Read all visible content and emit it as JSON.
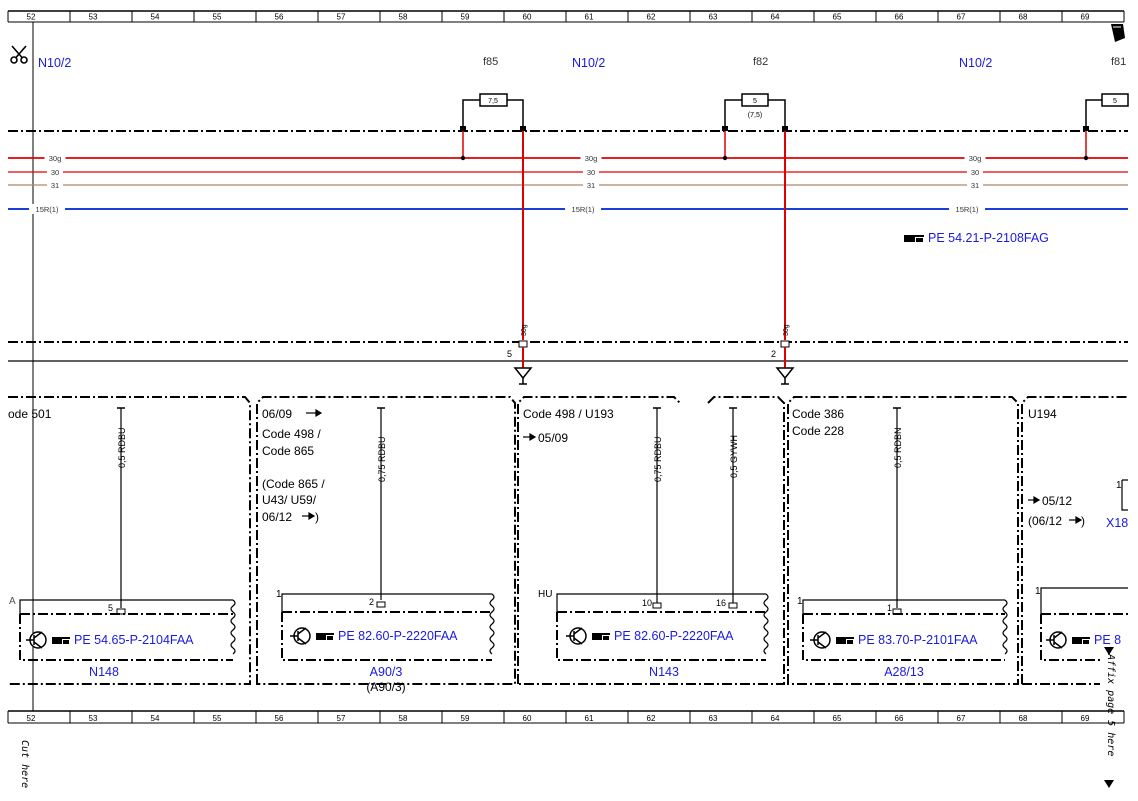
{
  "ruler": {
    "numbers": [
      "52",
      "53",
      "54",
      "55",
      "56",
      "57",
      "58",
      "59",
      "60",
      "61",
      "62",
      "63",
      "64",
      "65",
      "66",
      "67",
      "68",
      "69"
    ]
  },
  "colors": {
    "line_30g": "#e00000",
    "line_30": "#e00000",
    "line_31": "#b08868",
    "line_15r": "#1a3fd8",
    "link_text": "#1a1ae0",
    "wire": "#e00000"
  },
  "icons": {
    "cut": "scissors-icon",
    "page_corner": "page-corner-icon",
    "reference": "pointing-hand-icon",
    "transistor": "transistor-icon"
  },
  "header": {
    "n10_left": "N10/2",
    "n10_mid": "N10/2",
    "n10_right": "N10/2",
    "f85": "f85",
    "f82": "f82",
    "f81": "f81"
  },
  "fuses": {
    "f85_value": "7,5",
    "f82_value": "5",
    "f82_alt": "(7,5)",
    "f81_value": "5"
  },
  "rails": {
    "r30g": "30g",
    "r30": "30",
    "r31": "31",
    "r15r": "15R(1)"
  },
  "refs": {
    "main": "PE 54.21-P-2108FAG"
  },
  "connectors": {
    "c1_pin": "5",
    "c1_wire": "30g",
    "c2_pin": "2",
    "c2_wire": "30g"
  },
  "sections": {
    "s1": {
      "code": "ode 501",
      "wire": "0,5 RDBU",
      "pin": "5",
      "corner": "A",
      "ref": "PE 54.65-P-2104FAA",
      "name": "N148"
    },
    "s2": {
      "line1": "06/09",
      "line2": "Code 498  /",
      "line3": "Code 865",
      "line4": "(Code 865  /",
      "line5": "U43/ U59/",
      "line6": "06/12",
      "line6_end": ")",
      "wire": "0,75 RDBU",
      "pin": "2",
      "corner": "1",
      "ref": "PE 82.60-P-2220FAA",
      "name": "A90/3",
      "subname": "(A90/3)"
    },
    "s3": {
      "code": "Code 498  / U193",
      "date": "05/09",
      "wire1": "0,75 RDBU",
      "wire2": "0,5 GYWH",
      "pin1": "10",
      "pin2": "16",
      "corner": "HU",
      "ref": "PE 82.60-P-2220FAA",
      "name": "N143"
    },
    "s4": {
      "line1": "Code 386",
      "line2": "Code 228",
      "wire": "0,5 RDBN",
      "pin": "1",
      "corner": "1",
      "ref": "PE 83.70-P-2101FAA",
      "name": "A28/13"
    },
    "s5": {
      "code": "U194",
      "line1": "05/12",
      "line2": "(06/12",
      "line2_end": ")",
      "part": "X18",
      "pin": "1",
      "corner": "1",
      "ref": "PE 8"
    }
  },
  "footer": {
    "cut_here": "Cut here",
    "affix": "Affix page 5 here"
  }
}
